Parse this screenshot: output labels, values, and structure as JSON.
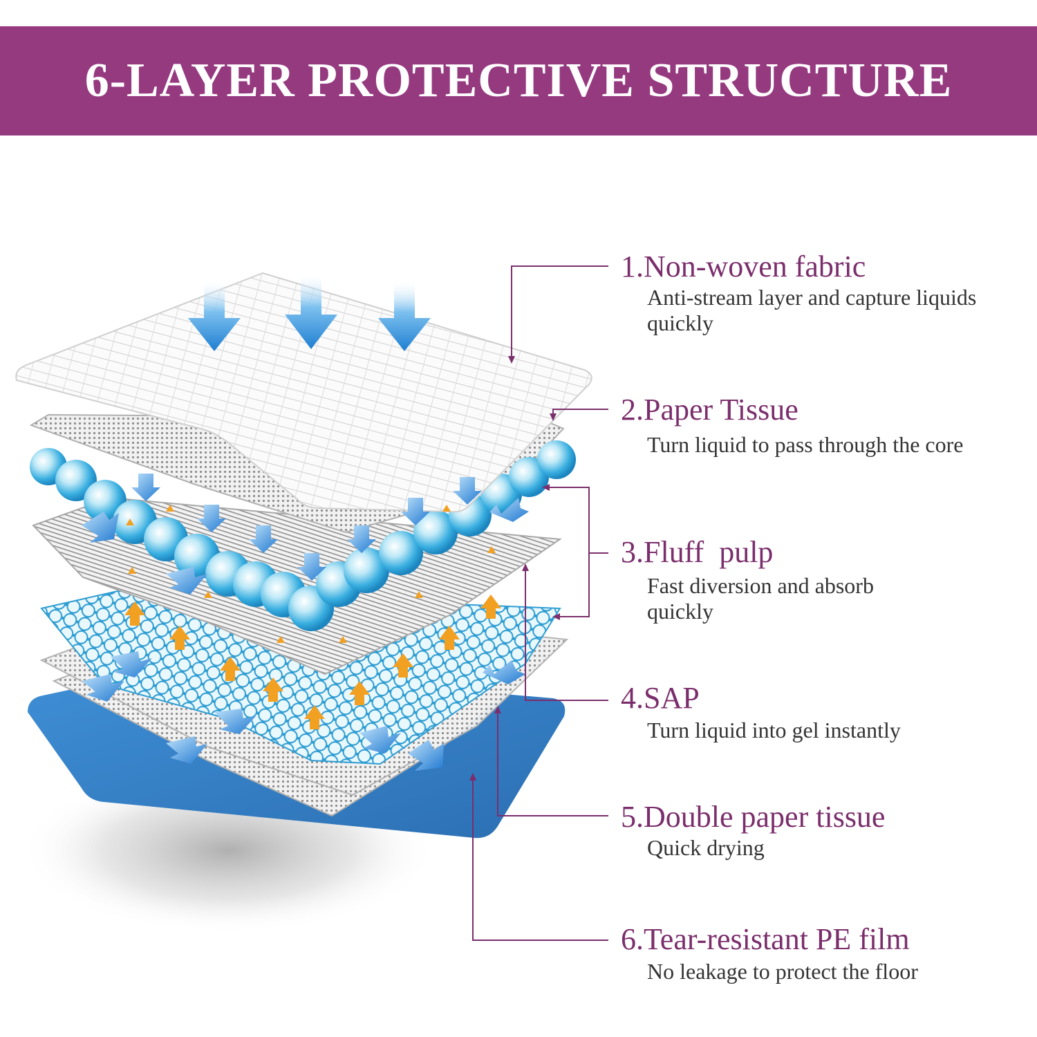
{
  "header": {
    "title": "6-LAYER PROTECTIVE STRUCTURE"
  },
  "colors": {
    "banner": "#963a80",
    "title_text": "#7b2e6c",
    "leader_line": "#7b2e6c",
    "pe_film": "#3f8fd6"
  },
  "layers": [
    {
      "title": "1.Non-woven fabric",
      "description": "Anti-stream layer and capture liquids quickly"
    },
    {
      "title": "2.Paper Tissue",
      "description": "Turn liquid to pass through the core"
    },
    {
      "title": "3.Fluff  pulp",
      "description": "Fast diversion and absorb quickly"
    },
    {
      "title": "4.SAP",
      "description": "Turn liquid into gel instantly"
    },
    {
      "title": "5.Double paper tissue",
      "description": "Quick drying"
    },
    {
      "title": "6.Tear-resistant PE film",
      "description": "No leakage to protect the floor"
    }
  ]
}
